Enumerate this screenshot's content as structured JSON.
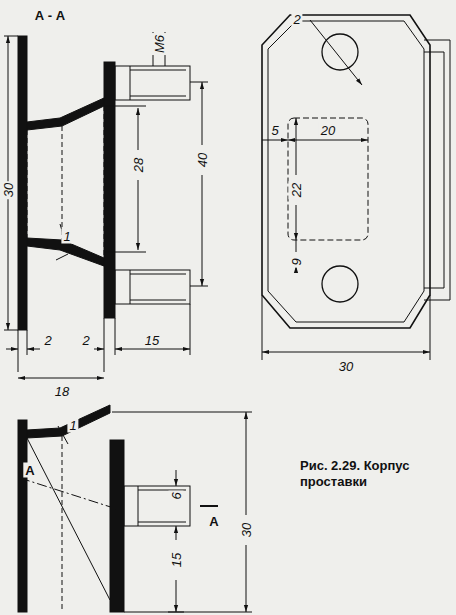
{
  "diagram": {
    "caption": "Рис. 2.29. Корпус проставки",
    "labels": [
      "А - А",
      "М6",
      "30",
      "28",
      "40",
      "1",
      "2",
      "2",
      "15",
      "18",
      "2",
      "5",
      "20",
      "22",
      "9",
      "30",
      "1",
      "6",
      "15",
      "30",
      "А",
      "А"
    ]
  }
}
